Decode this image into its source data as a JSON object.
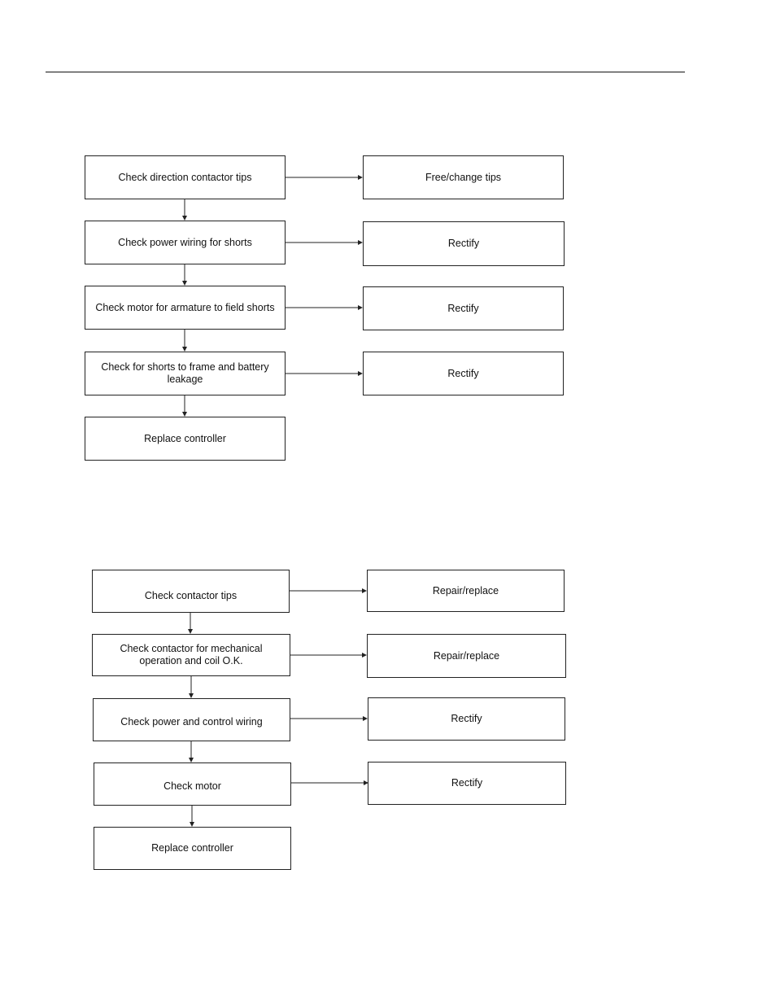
{
  "flowchart_1": {
    "checks": [
      "Check direction contactor tips",
      "Check power wiring for shorts",
      "Check motor for armature to field shorts",
      "Check for shorts to frame and battery leakage",
      "Replace controller"
    ],
    "actions": [
      "Free/change tips",
      "Rectify",
      "Rectify",
      "Rectify"
    ]
  },
  "flowchart_2": {
    "checks": [
      "Check contactor tips",
      "Check contactor for mechanical operation and coil O.K.",
      "Check power and control wiring",
      "Check motor",
      "Replace controller"
    ],
    "actions": [
      "Repair/replace",
      "Repair/replace",
      "Rectify",
      "Rectify"
    ]
  }
}
